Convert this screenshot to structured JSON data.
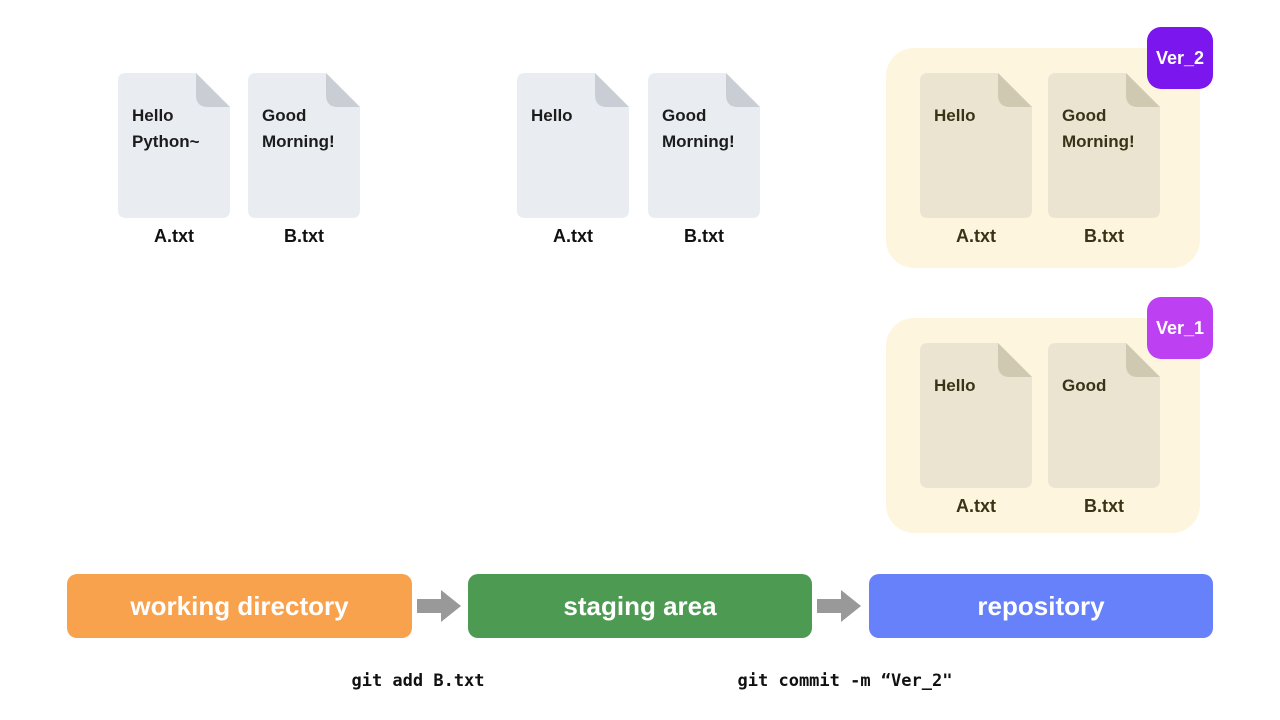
{
  "working_directory": {
    "files": [
      {
        "label": "A.txt",
        "content": "Hello\nPython~"
      },
      {
        "label": "B.txt",
        "content": "Good\nMorning!"
      }
    ]
  },
  "staging_area": {
    "files": [
      {
        "label": "A.txt",
        "content": "Hello"
      },
      {
        "label": "B.txt",
        "content": "Good\nMorning!"
      }
    ]
  },
  "repository": {
    "versions": [
      {
        "badge": "Ver_2",
        "badge_color": "#7b16ee",
        "container_color": "#fdf5dd",
        "files": [
          {
            "label": "A.txt",
            "content": "Hello"
          },
          {
            "label": "B.txt",
            "content": "Good\nMorning!"
          }
        ]
      },
      {
        "badge": "Ver_1",
        "badge_color": "#bd41f3",
        "container_color": "#fdf5dd",
        "files": [
          {
            "label": "A.txt",
            "content": "Hello"
          },
          {
            "label": "B.txt",
            "content": "Good"
          }
        ]
      }
    ]
  },
  "pipeline": {
    "stages": [
      {
        "label": "working directory",
        "color": "#f9a24d"
      },
      {
        "label": "staging area",
        "color": "#4d9b52"
      },
      {
        "label": "repository",
        "color": "#6681f9"
      }
    ]
  },
  "commands": {
    "add": "git add B.txt",
    "commit": "git commit -m “Ver_2\""
  },
  "colors": {
    "file_body_gray": "#e9edf2",
    "file_fold_gray": "#c9cdd4",
    "file_body_beige": "#eae4d1",
    "file_fold_beige": "#cfc9b2",
    "arrow": "#999999",
    "file_text_dark": "#1c1c1c",
    "file_text_olive": "#3a3317"
  }
}
